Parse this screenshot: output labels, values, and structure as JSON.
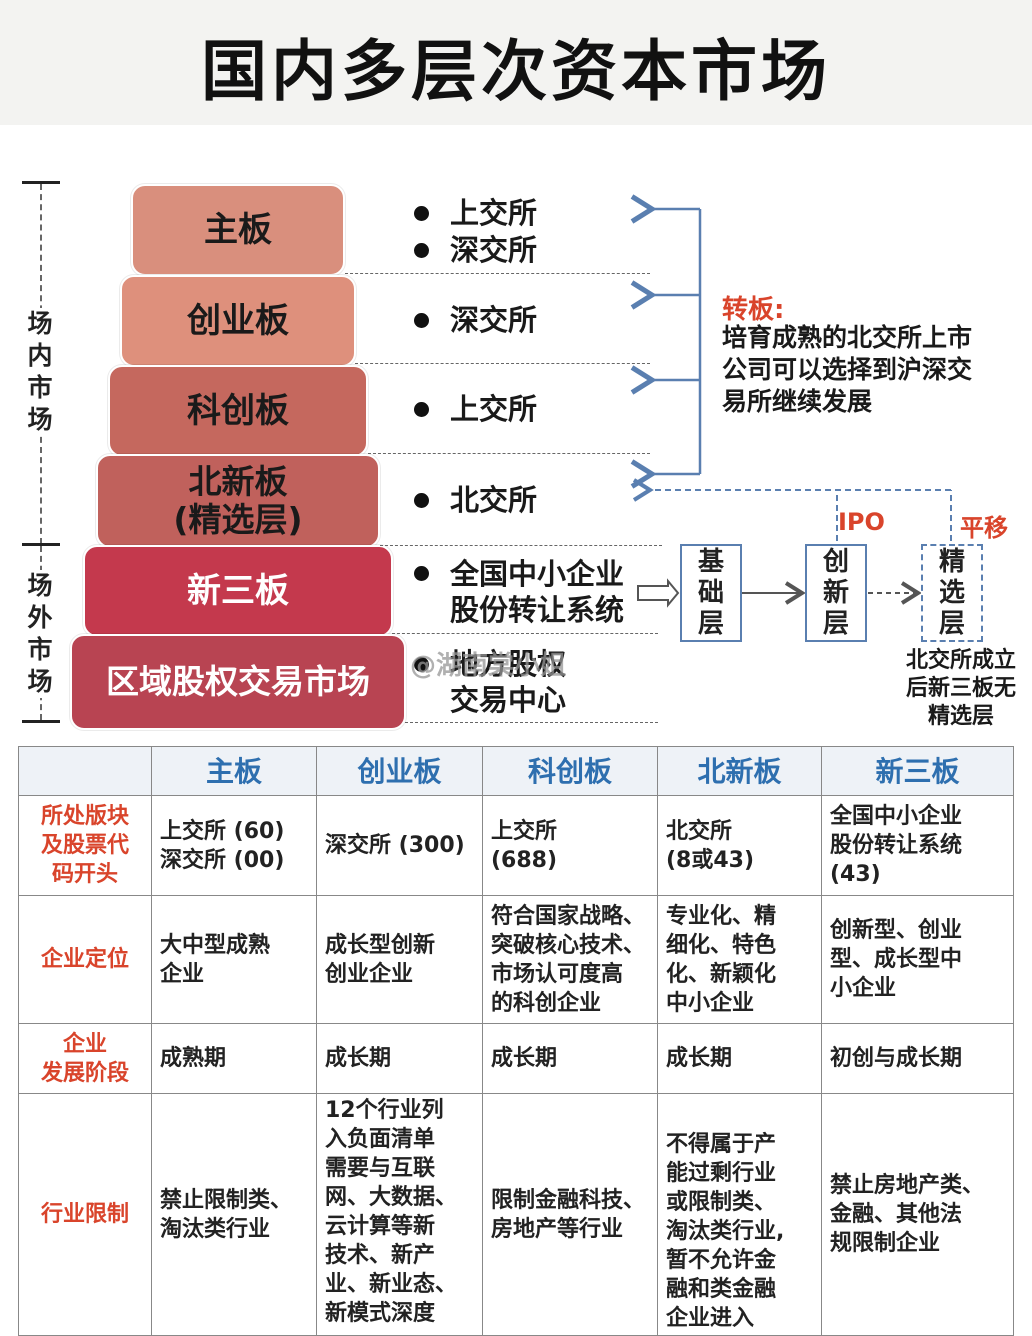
{
  "title": "国内多层次资本市场",
  "side_labels": {
    "inner": "场内市场",
    "outer": "场外市场"
  },
  "layers": [
    {
      "lines": [
        "主板"
      ],
      "color": "#d98f7d"
    },
    {
      "lines": [
        "创业板"
      ],
      "color": "#de907c"
    },
    {
      "lines": [
        "科创板"
      ],
      "color": "#c5685e"
    },
    {
      "lines": [
        "北新板",
        "(精选层)"
      ],
      "color": "#c0615c"
    },
    {
      "lines": [
        "新三板"
      ],
      "color": "#c4394d"
    },
    {
      "lines": [
        "区域股权交易市场"
      ],
      "color": "#b84452"
    }
  ],
  "exchanges": {
    "main_1": "上交所",
    "main_2": "深交所",
    "chinext": "深交所",
    "star": "上交所",
    "bse": "北交所",
    "neeq": "全国中小企业\n股份转让系统",
    "regional": "地方股权\n交易中心"
  },
  "transfer": {
    "label": "转板:",
    "text": "培育成熟的北交所上市\n公司可以选择到沪深交\n易所继续发展"
  },
  "tiers": {
    "basic": "基础层",
    "innovation": "创新层",
    "select": "精选层"
  },
  "arrow_labels": {
    "ipo": "IPO",
    "move": "平移"
  },
  "select_note": "北交所成立\n后新三板无\n精选层",
  "watermark": "@湖南棠小姐",
  "table": {
    "headers": [
      "",
      "主板",
      "创业板",
      "科创板",
      "北新板",
      "新三板"
    ],
    "rows": [
      {
        "label": "所处版块\n及股票代\n码开头",
        "cells": [
          "上交所 (60)\n深交所 (00)",
          "深交所 (300)",
          "上交所\n(688)",
          "北交所\n(8或43)",
          "全国中小企业\n股份转让系统\n(43)"
        ]
      },
      {
        "label": "企业定位",
        "cells": [
          "大中型成熟\n企业",
          "成长型创新\n创业企业",
          "符合国家战略、\n突破核心技术、\n市场认可度高\n的科创企业",
          "专业化、精\n细化、特色\n化、新颖化\n中小企业",
          "创新型、创业\n型、成长型中\n小企业"
        ]
      },
      {
        "label": "企业\n发展阶段",
        "cells": [
          "成熟期",
          "成长期",
          "成长期",
          "成长期",
          "初创与成长期"
        ]
      },
      {
        "label": "行业限制",
        "cells": [
          "禁止限制类、\n淘汰类行业",
          "12个行业列\n入负面清单\n需要与互联\n网、大数据、\n云计算等新\n技术、新产\n业、新业态、\n新模式深度",
          "限制金融科技、\n房地产等行业",
          "不得属于产\n能过剩行业\n或限制类、\n淘汰类行业,\n暂不允许金\n融和类金融\n企业进入",
          "禁止房地产类、\n金融、其他法\n规限制企业"
        ]
      }
    ]
  }
}
